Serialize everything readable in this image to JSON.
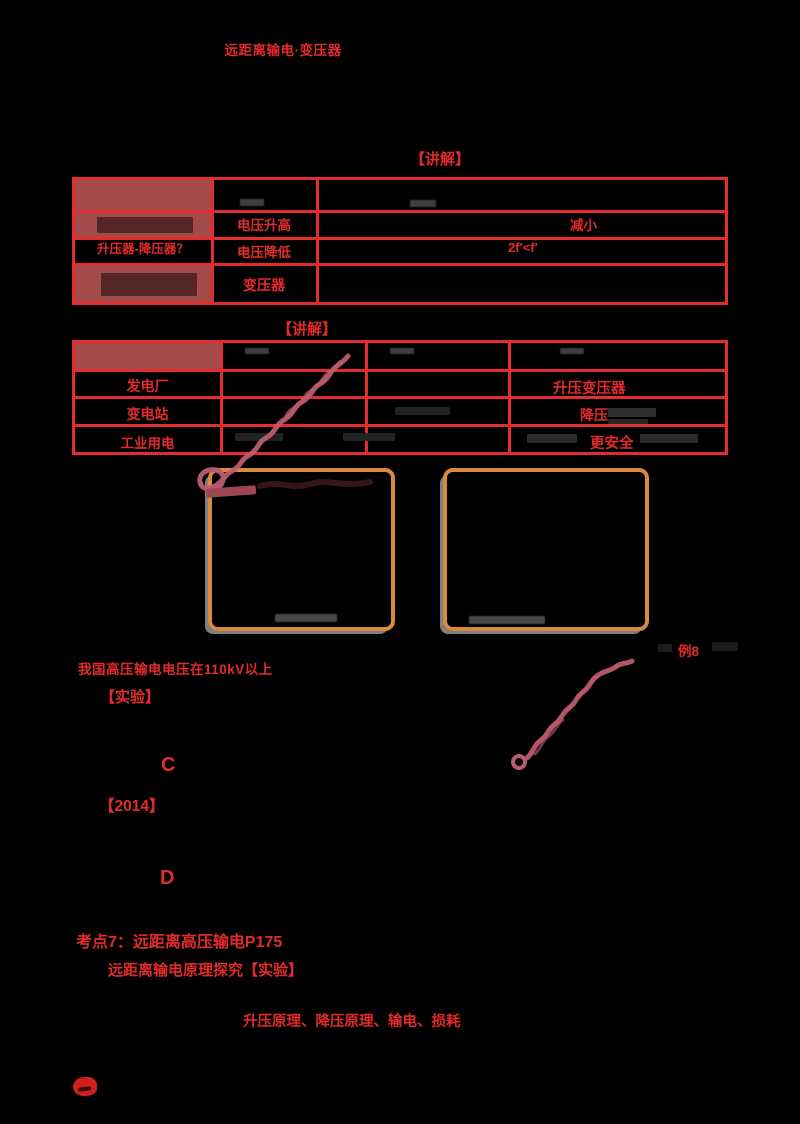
{
  "colors": {
    "background": "#000000",
    "table_border_red": "#e52c2c",
    "text_red": "#e22b2b",
    "cell_maroon": "#a34b4b",
    "box_orange": "#d98a3c",
    "annotation_pink": "#bd5b6e",
    "shadow_gray": "#7f7f7f"
  },
  "title": "远距离输电·变压器",
  "sections": {
    "rule1_label": "【讲解】",
    "rule2_label": "【讲解】"
  },
  "table1": {
    "row3_col1": "升压器-降压器？",
    "row2_col2": "电压升高",
    "row3_col2": "电压降低",
    "row4_col2": "变压器",
    "row2_col3_highlight": "减小",
    "row3_col3_highlight": "2f′<f′"
  },
  "table2": {
    "row2_col1": "发电厂",
    "row3_col1": "变电站",
    "row4_col1": "工业用电",
    "row2_col4_highlight": "升压变压器",
    "row3_col4_highlight": "降压",
    "row4_col4_highlight": "更安全"
  },
  "annotations": {
    "example_badge": "例8",
    "reminder_line": "我国高压输电电压在110kV以上",
    "experiment_label": "【实验】",
    "option_c": "C",
    "year_label": "【2014】",
    "option_d": "D"
  },
  "footer": {
    "exam_point_line": "考点7：远距离高压输电P175",
    "experiment_line": "远距离输电原理探究【实验】",
    "keywords_line": "升压原理、降压原理、输电、损耗"
  }
}
